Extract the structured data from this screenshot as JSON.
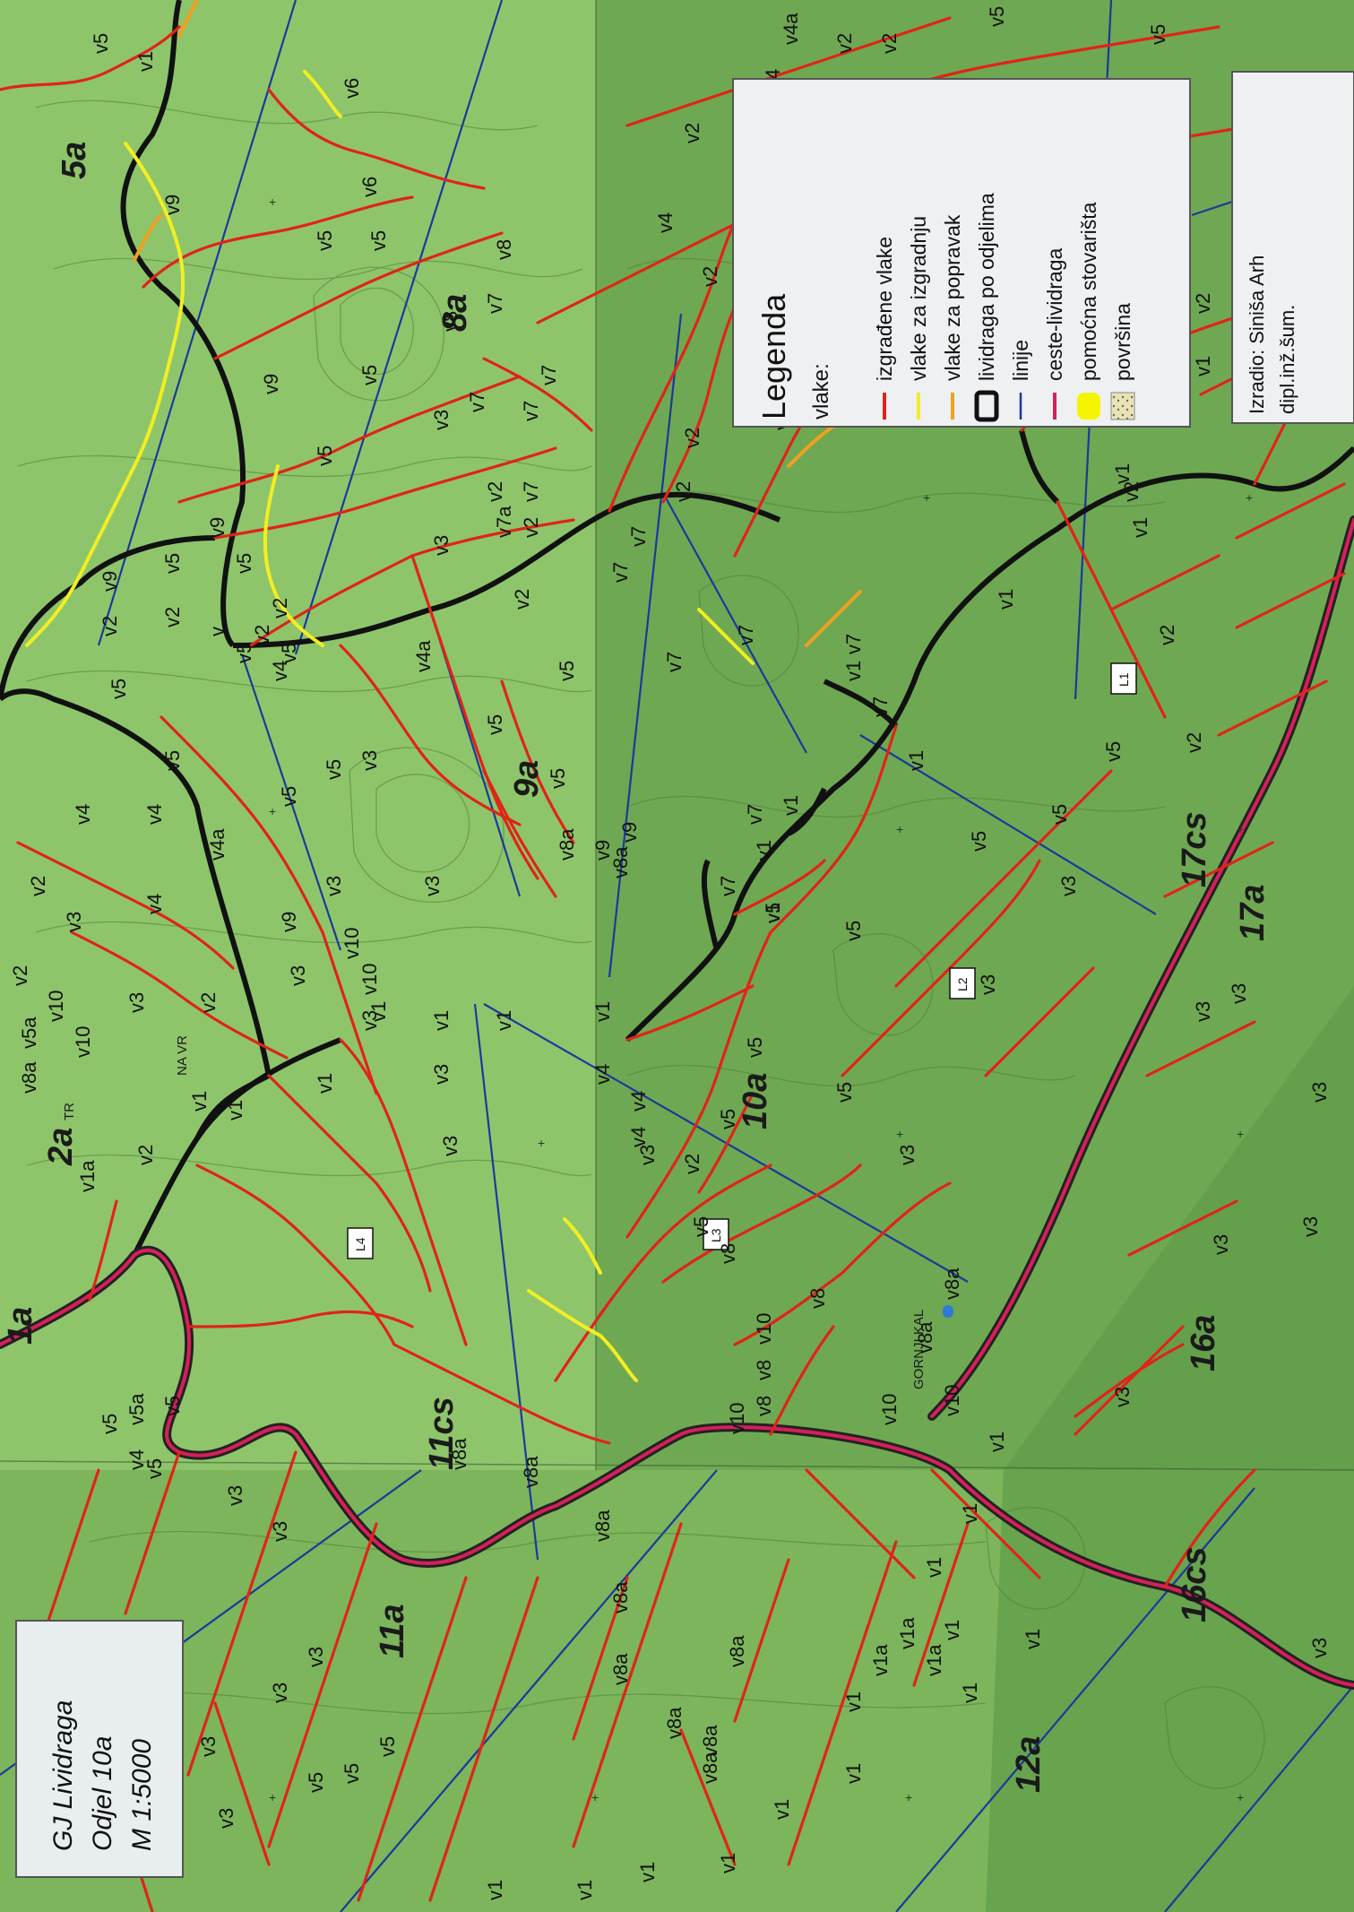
{
  "colors": {
    "terrain_light": "#8fc46a",
    "terrain_mid": "#7db35a",
    "terrain_dark": "#5e9a48",
    "contour": "#4f7d3c",
    "built_trail": "#e02418",
    "planned_trail": "#f2ee22",
    "repair_trail": "#f0a020",
    "compartment_border": "#111111",
    "line": "#1a3a9a",
    "road": "#d6205a",
    "storage_area": "#f5f500",
    "surface": "#e8e2b8"
  },
  "title_box": {
    "line1": "GJ Lividraga",
    "line2": "Odjel 10a",
    "line3": "M 1:5000"
  },
  "legend": {
    "title": "Legenda",
    "group_label": "vlake:",
    "items": [
      {
        "label": "izgrađene vlake",
        "symbol": "built-trail"
      },
      {
        "label": "vlake za izgradnju",
        "symbol": "planned-trail"
      },
      {
        "label": "vlake za popravak",
        "symbol": "repair-trail"
      },
      {
        "label": "lividraga po odjelima",
        "symbol": "compartment-border"
      },
      {
        "label": "linije",
        "symbol": "line"
      },
      {
        "label": "ceste-lividraga",
        "symbol": "road"
      },
      {
        "label": "pomoćna stovarišta",
        "symbol": "storage-area"
      },
      {
        "label": "površina",
        "symbol": "surface"
      }
    ]
  },
  "author_box": {
    "line1": "Izradio: Siniša Arh",
    "line2": "dipl.inž.šum."
  },
  "compartments": [
    "5a",
    "8a",
    "9a",
    "2a",
    "1a",
    "10a",
    "11cs",
    "11a",
    "16a",
    "17cs",
    "17a",
    "12a",
    "16cs"
  ],
  "plots": [
    "L1",
    "L2",
    "L3",
    "L4"
  ],
  "place_names": [
    "GORNJI KAL",
    "NA VR",
    "TR"
  ],
  "trail_labels": [
    "v1",
    "v1a",
    "v2",
    "v3",
    "v4",
    "v4a",
    "v5",
    "v5a",
    "v6",
    "v7",
    "v7a",
    "v8",
    "v8a",
    "v9",
    "v10",
    "v"
  ]
}
